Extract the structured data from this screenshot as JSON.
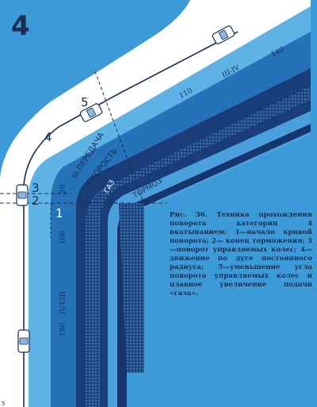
{
  "figure_number": "4",
  "caption": "Рис. 36. Техника прохождения поворота категории 4 вкатыванием: 1—начало кривой поворота; 2— конец торможения; 3—поворот управляемых колес; 4— движение по дуге постоянного радиуса; 5—уменьшение угла поворота управляемых колес и плавное увеличение подачи «газа».",
  "points": {
    "p1": "1",
    "p2": "2",
    "p3": "3",
    "p4": "4",
    "p5": "5"
  },
  "zones": {
    "gear": "III ПЕРЕДАЧА",
    "speed": "СКОРОСТЬ",
    "gas": "ГАЗ",
    "brake": "ТОРМОЗ"
  },
  "scale": {
    "left": {
      "s180": "180",
      "gears_high": "IV-VIII",
      "s100": "100",
      "s20": "20"
    },
    "top": {
      "s110": "110",
      "gears_mid": "III-IV",
      "s140": "140"
    }
  },
  "colors": {
    "water": "#3d9ad8",
    "road_blue": "#2572b8",
    "dark_band": "#1a3c78",
    "road_white": "#ffffff",
    "ink": "#1b2d52"
  },
  "page_corner_mark": "5"
}
